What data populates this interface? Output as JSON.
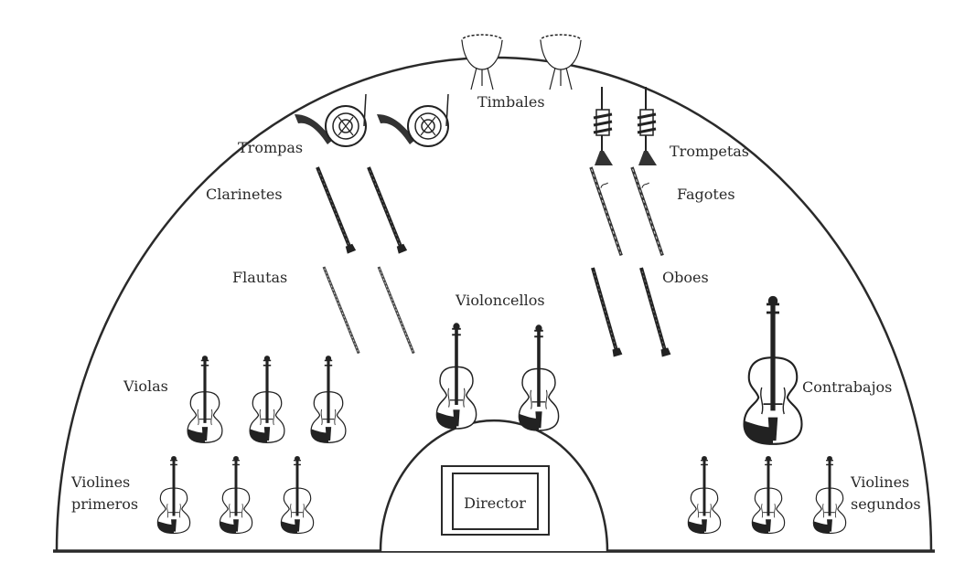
{
  "labels": {
    "timbales": "Timbales",
    "trompas": "Trompas",
    "trompetas": "Trompetas",
    "clarinetes": "Clarinetes",
    "fagotes": "Fagotes",
    "flautas": "Flautas",
    "oboes": "Oboes",
    "violoncellos": "Violoncellos",
    "violas": "Violas",
    "contrabajos": "Contrabajos",
    "violines_primeros": [
      "Violines",
      "primeros"
    ],
    "violines_segundos": [
      "Violines",
      "segundos"
    ],
    "director": "Director"
  },
  "icons": [
    "timpani-icon",
    "french-horn-icon",
    "trumpet-icon",
    "clarinet-icon",
    "bassoon-icon",
    "flute-icon",
    "oboe-icon",
    "cello-icon",
    "viola-icon",
    "double-bass-icon",
    "violin-icon"
  ],
  "colors": {
    "ink": "#222222",
    "background": "#ffffff"
  }
}
